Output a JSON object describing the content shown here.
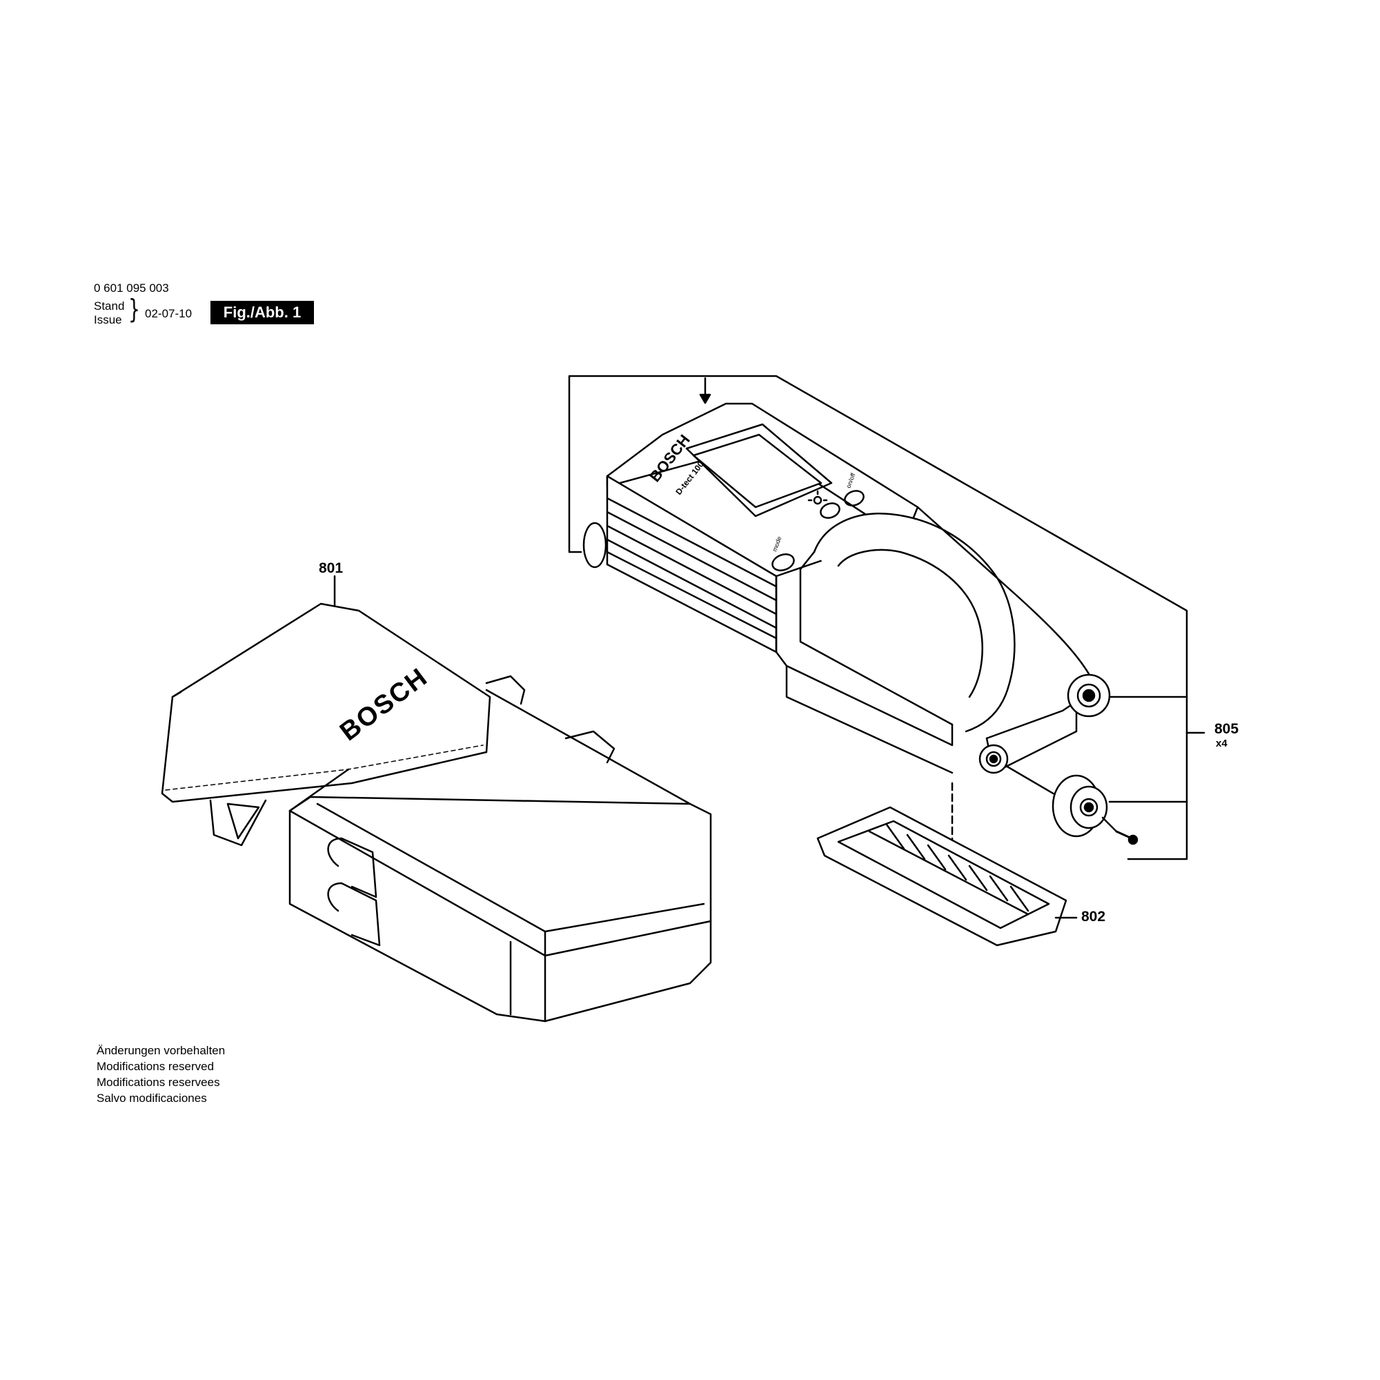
{
  "header": {
    "part_number": "0 601 095 003",
    "stand_label": "Stand",
    "issue_label": "Issue",
    "issue_date": "02-07-10",
    "figure_label": "Fig./Abb. 1"
  },
  "callouts": {
    "case": "801",
    "battery_cover": "802",
    "wheels": "805",
    "wheels_qty": "x4"
  },
  "branding": {
    "logo_text": "BOSCH",
    "device_model_text": "D-tect 100"
  },
  "device_buttons": {
    "mode": "mode",
    "power": "on/off"
  },
  "notes": [
    "Änderungen vorbehalten",
    "Modifications reserved",
    "Modifications reservees",
    "Salvo modificaciones"
  ]
}
